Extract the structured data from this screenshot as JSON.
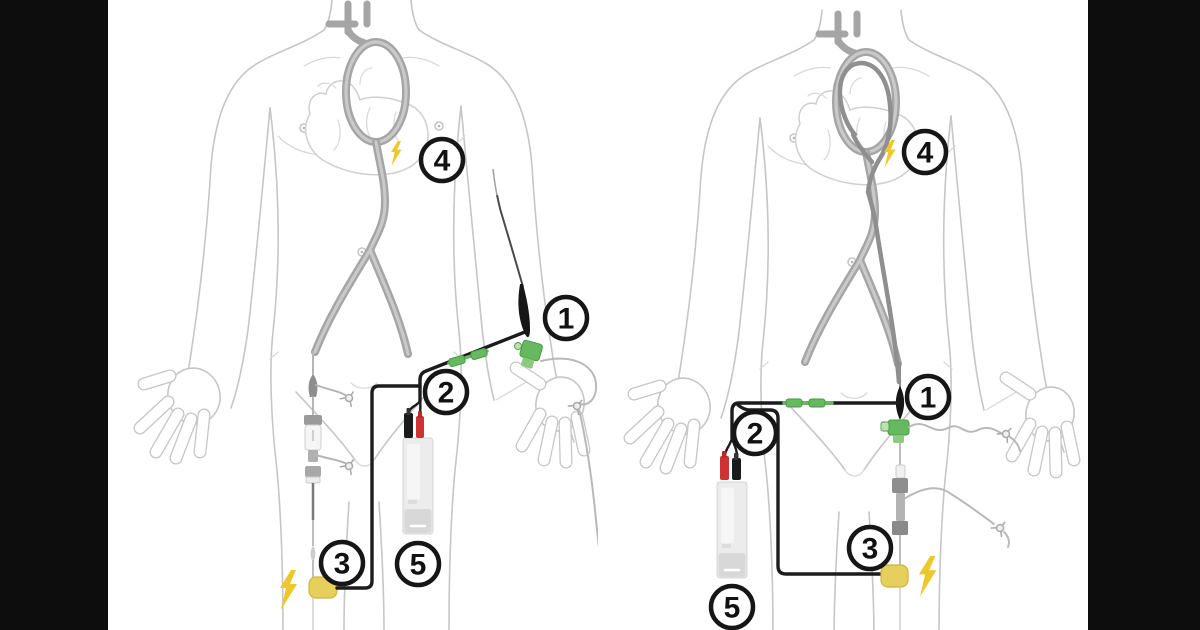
{
  "figure": {
    "type": "two-panel medical illustration of catheter access and electrified guidewire setups",
    "panels": [
      {
        "id": "panel-a-radial-access",
        "markers": [
          {
            "label": "1",
            "name": "access-needle-at-wrist"
          },
          {
            "label": "2",
            "name": "connector-cable-junction"
          },
          {
            "label": "3",
            "name": "electrosurgery-connector-femoral"
          },
          {
            "label": "4",
            "name": "energy-delivery-site-heart"
          },
          {
            "label": "5",
            "name": "generator-device"
          }
        ]
      },
      {
        "id": "panel-b-femoral-access",
        "markers": [
          {
            "label": "1",
            "name": "access-needle-at-groin"
          },
          {
            "label": "2",
            "name": "connector-cable-junction"
          },
          {
            "label": "3",
            "name": "electrosurgery-connector"
          },
          {
            "label": "4",
            "name": "energy-delivery-site-heart"
          },
          {
            "label": "5",
            "name": "generator-device"
          }
        ]
      }
    ]
  },
  "colors": {
    "letterbox": "#0d0d0d",
    "panel-bg": "#ffffff",
    "wire": "#1c1c1c",
    "green": "#66b95e",
    "green-dark": "#4a9a45",
    "green-light": "#bfe0b5",
    "yellow": "#e6cf5c",
    "yellow-dark": "#cdb545",
    "bolt": "#eec72a",
    "red": "#cf3232",
    "vessel": "#a5a5a5",
    "vessel-light": "#c9c9c9",
    "body": "#c6c6c6",
    "marker-ring": "#161616",
    "device": "#ececec"
  }
}
